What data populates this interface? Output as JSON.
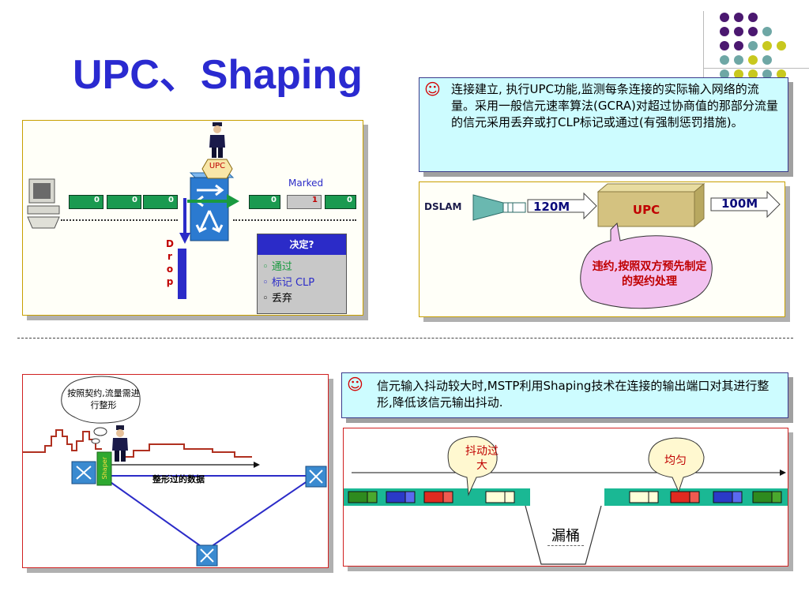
{
  "title": "UPC、Shaping",
  "colors": {
    "title": "#2a2ad0",
    "cell": "#1a9a50",
    "note_bg": "#cdfcff",
    "blue": "#2b2bc8"
  },
  "top_left_diagram": {
    "upc_badge": "UPC",
    "marked_label": "Marked",
    "drop_letters": [
      "D",
      "r",
      "o",
      "p"
    ],
    "cells_left": [
      "0",
      "0",
      "0"
    ],
    "cells_right": [
      "0",
      "1",
      "0"
    ],
    "decision_title": "决定?",
    "decision_items": [
      "通过",
      "标记 CLP",
      "丢弃"
    ]
  },
  "note1": {
    "icon": "smile-icon",
    "text": "连接建立, 执行UPC功能,监测每条连接的实际输入网络的流量。采用一般信元速率算法(GCRA)对超过协商值的那部分流量的信元采用丢弃或打CLP标记或通过(有强制惩罚措施)。"
  },
  "top_right_diagram": {
    "dslam": "DSLAM",
    "rate_in": "120M",
    "box_label": "UPC",
    "rate_out": "100M",
    "bubble": "违约,按照双方预先制定的契约处理"
  },
  "note2": {
    "icon": "smile-icon",
    "text": "信元输入抖动较大时,MSTP利用Shaping技术在连接的输出端口对其进行整形,降低该信元输出抖动."
  },
  "bottom_left_diagram": {
    "bubble": "按照契约,流量需进行整形",
    "shaper": "Shaper",
    "shaped_data": "整形过的数据"
  },
  "bottom_right_diagram": {
    "bubble_left": "抖动过大",
    "bubble_right": "均匀",
    "bucket": "漏桶"
  }
}
